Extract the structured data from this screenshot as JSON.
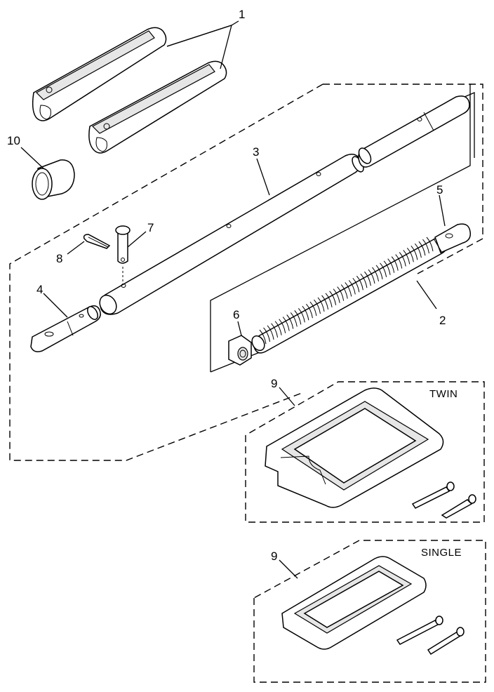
{
  "labels": {
    "p1": "1",
    "p2": "2",
    "p3": "3",
    "p4": "4",
    "p5": "5",
    "p6": "6",
    "p7": "7",
    "p8": "8",
    "p9a": "9",
    "p9b": "9",
    "p10": "10"
  },
  "tags": {
    "twin": "TWIN",
    "single": "SINGLE"
  }
}
